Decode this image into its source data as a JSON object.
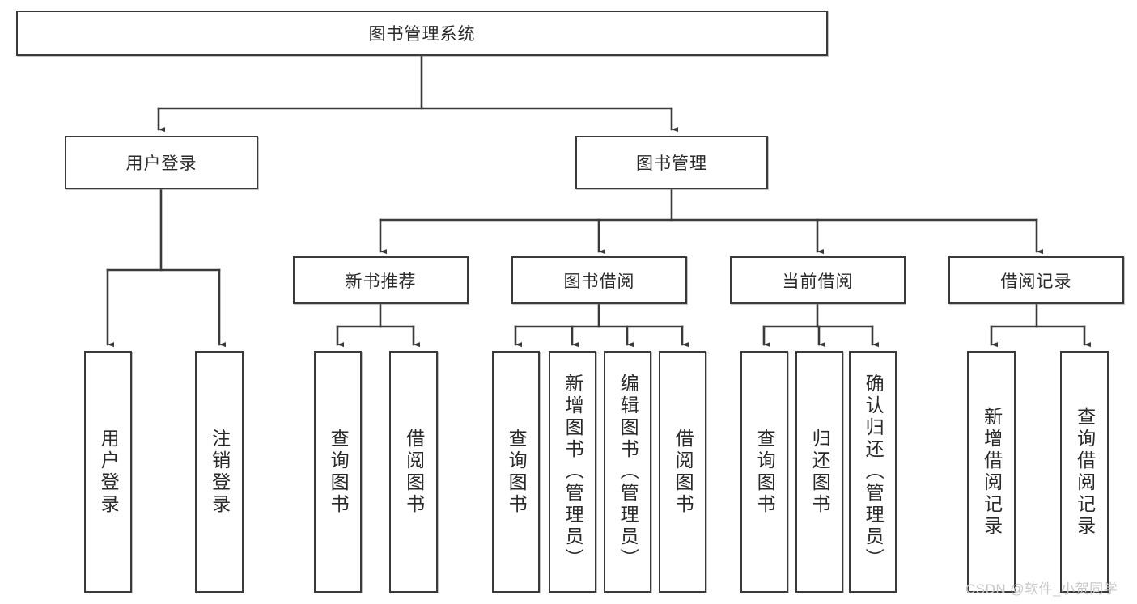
{
  "diagram": {
    "type": "tree-hierarchy",
    "title": "图书管理系统",
    "watermark": "CSDN @软件_小贺同学",
    "colors": {
      "stroke": "#3a3a3a",
      "fill": "#ffffff",
      "text": "#2a2a2a",
      "watermark": "#c9c9c9"
    },
    "nodes": {
      "root": {
        "label": "图书管理系统",
        "orientation": "horizontal"
      },
      "level1": [
        {
          "id": "user-login",
          "label": "用户登录",
          "orientation": "horizontal"
        },
        {
          "id": "book-manage",
          "label": "图书管理",
          "orientation": "horizontal"
        }
      ],
      "level2": [
        {
          "id": "new-book-recommend",
          "label": "新书推荐",
          "orientation": "horizontal"
        },
        {
          "id": "book-borrow",
          "label": "图书借阅",
          "orientation": "horizontal"
        },
        {
          "id": "current-borrow",
          "label": "当前借阅",
          "orientation": "horizontal"
        },
        {
          "id": "borrow-record",
          "label": "借阅记录",
          "orientation": "horizontal"
        }
      ],
      "leaves": {
        "user-login": [
          {
            "id": "leaf-user-login",
            "label": "用户登录",
            "orientation": "vertical"
          },
          {
            "id": "leaf-logout-login",
            "label": "注销登录",
            "orientation": "vertical"
          }
        ],
        "new-book-recommend": [
          {
            "id": "leaf-query-book-1",
            "label": "查询图书",
            "orientation": "vertical"
          },
          {
            "id": "leaf-borrow-book-1",
            "label": "借阅图书",
            "orientation": "vertical"
          }
        ],
        "book-borrow": [
          {
            "id": "leaf-query-book-2",
            "label": "查询图书",
            "orientation": "vertical"
          },
          {
            "id": "leaf-add-book",
            "label": "新增图书（管理员）",
            "orientation": "vertical"
          },
          {
            "id": "leaf-edit-book",
            "label": "编辑图书（管理员）",
            "orientation": "vertical"
          },
          {
            "id": "leaf-borrow-book-2",
            "label": "借阅图书",
            "orientation": "vertical"
          }
        ],
        "current-borrow": [
          {
            "id": "leaf-query-book-3",
            "label": "查询图书",
            "orientation": "vertical"
          },
          {
            "id": "leaf-return-book",
            "label": "归还图书",
            "orientation": "vertical"
          },
          {
            "id": "leaf-confirm-return",
            "label": "确认归还（管理员）",
            "orientation": "vertical"
          }
        ],
        "borrow-record": [
          {
            "id": "leaf-add-record",
            "label": "新增借阅记录",
            "orientation": "vertical"
          },
          {
            "id": "leaf-query-record",
            "label": "查询借阅记录",
            "orientation": "vertical"
          }
        ]
      }
    }
  }
}
